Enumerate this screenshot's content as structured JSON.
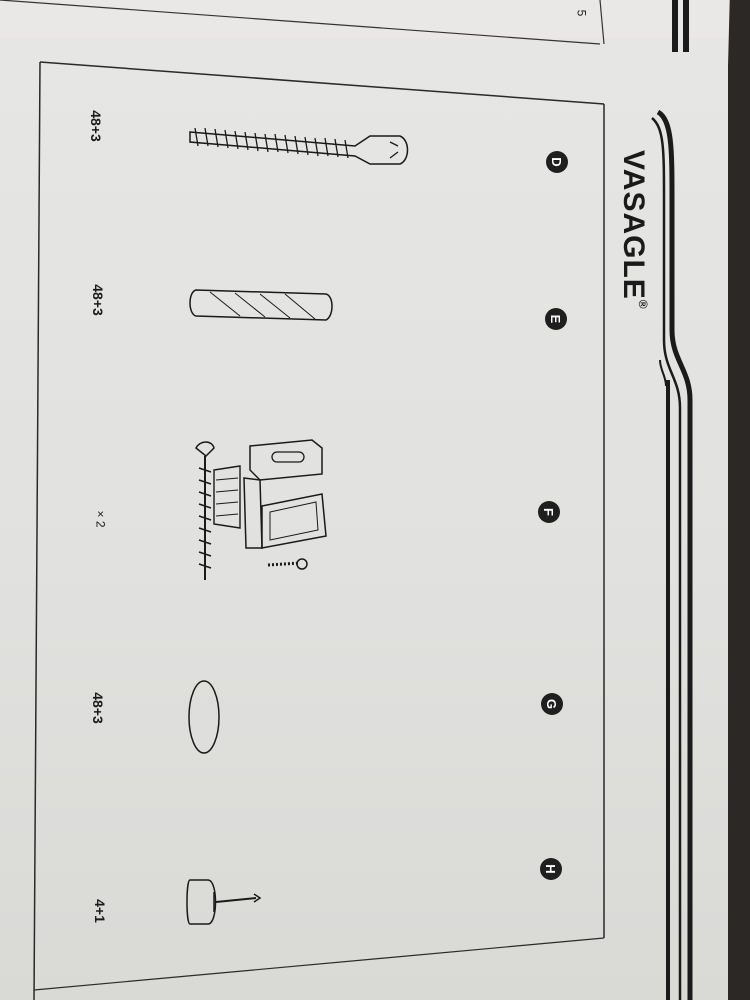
{
  "brand": "VASAGLE",
  "trademark": "®",
  "top_fragment": "5",
  "parts": [
    {
      "letter": "D",
      "quantity": "48+3",
      "icon": "cam-bolt-icon"
    },
    {
      "letter": "E",
      "quantity": "48+3",
      "icon": "wooden-dowel-icon"
    },
    {
      "letter": "F",
      "quantity": "× 2",
      "icon": "anti-tip-bracket-kit-icon"
    },
    {
      "letter": "G",
      "quantity": "48+3",
      "icon": "adhesive-cover-cap-icon"
    },
    {
      "letter": "H",
      "quantity": "4+1",
      "icon": "felt-glide-nail-icon"
    }
  ],
  "colors": {
    "paper": "#e3e3e1",
    "ink": "#1a1a1a",
    "background": "#2b2825"
  }
}
